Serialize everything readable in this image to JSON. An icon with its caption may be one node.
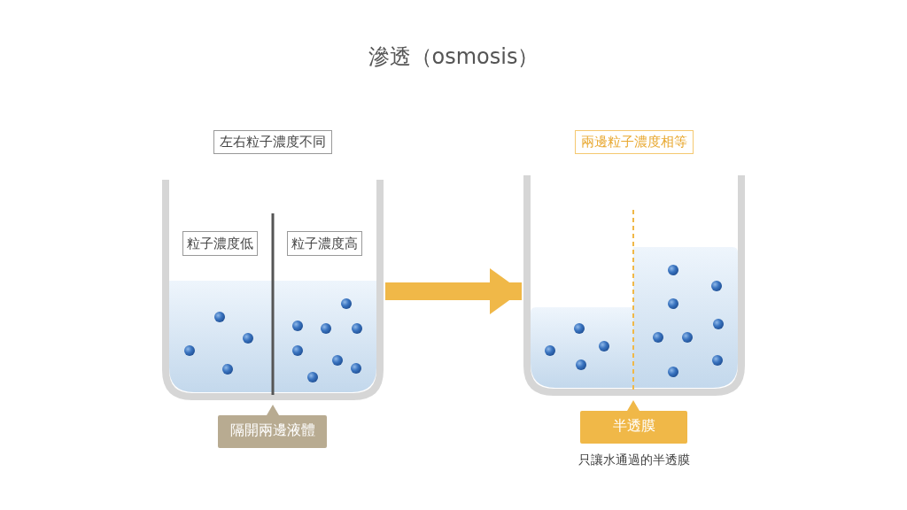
{
  "diagram": {
    "title": "滲透（osmosis）",
    "nodes": [
      {
        "text": [
          "左右粒子濃度不同"
        ]
      },
      {
        "text": [],
        "shape": "picture"
      },
      {
        "text": [
          "粒子濃度低"
        ],
        "in": 1
      },
      {
        "text": [
          "粒子濃度高"
        ],
        "in": 1
      },
      {
        "text": [
          "隔開兩邊液體"
        ]
      },
      {
        "text": [
          "兩邊粒子濃度相等"
        ]
      },
      {
        "text": [],
        "shape": "picture"
      },
      {
        "text": [
          "半透膜"
        ],
        "beside": [
          "只讓水通過的半透膜"
        ]
      }
    ],
    "edges": [
      {
        "from": 1,
        "to": 6,
        "arrow": "to"
      }
    ]
  }
}
